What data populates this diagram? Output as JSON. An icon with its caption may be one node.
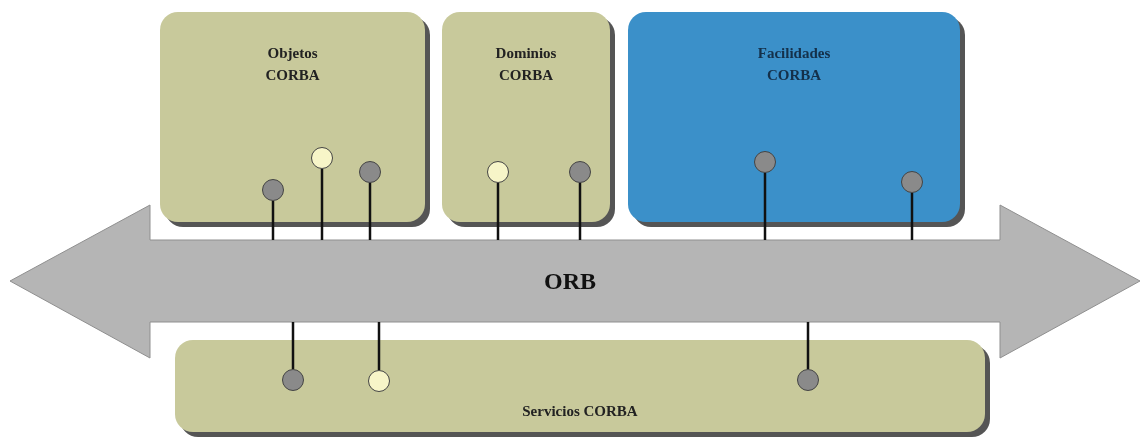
{
  "diagram": {
    "nodes": [
      {
        "text": [
          "Objetos CORBA"
        ]
      },
      {
        "text": [],
        "shape": "circle",
        "in": 0
      },
      {
        "text": [],
        "shape": "circle",
        "in": 0
      },
      {
        "text": [],
        "shape": "circle",
        "in": 0
      },
      {
        "text": [
          "Dominios CORBA"
        ]
      },
      {
        "text": [],
        "shape": "circle",
        "in": 4
      },
      {
        "text": [],
        "shape": "circle",
        "in": 4
      },
      {
        "text": [
          "Facilidades CORBA"
        ]
      },
      {
        "text": [],
        "shape": "circle",
        "in": 7
      },
      {
        "text": [],
        "shape": "circle",
        "in": 7
      },
      {
        "text": [
          "ORB"
        ]
      },
      {
        "text": [
          "Servicios CORBA"
        ]
      },
      {
        "text": [],
        "shape": "circle",
        "in": 11
      },
      {
        "text": [],
        "shape": "circle",
        "in": 11
      },
      {
        "text": [],
        "shape": "circle",
        "in": 11
      }
    ],
    "edges": [
      {
        "from": 1,
        "to": 10,
        "arrow": "none"
      },
      {
        "from": 2,
        "to": 10,
        "arrow": "none"
      },
      {
        "from": 3,
        "to": 10,
        "arrow": "none"
      },
      {
        "from": 5,
        "to": 10,
        "arrow": "none"
      },
      {
        "from": 6,
        "to": 10,
        "arrow": "none"
      },
      {
        "from": 8,
        "to": 10,
        "arrow": "none"
      },
      {
        "from": 9,
        "to": 10,
        "arrow": "none"
      },
      {
        "from": 12,
        "to": 10,
        "arrow": "none"
      },
      {
        "from": 13,
        "to": 10,
        "arrow": "none"
      },
      {
        "from": 14,
        "to": 10,
        "arrow": "none"
      }
    ]
  }
}
